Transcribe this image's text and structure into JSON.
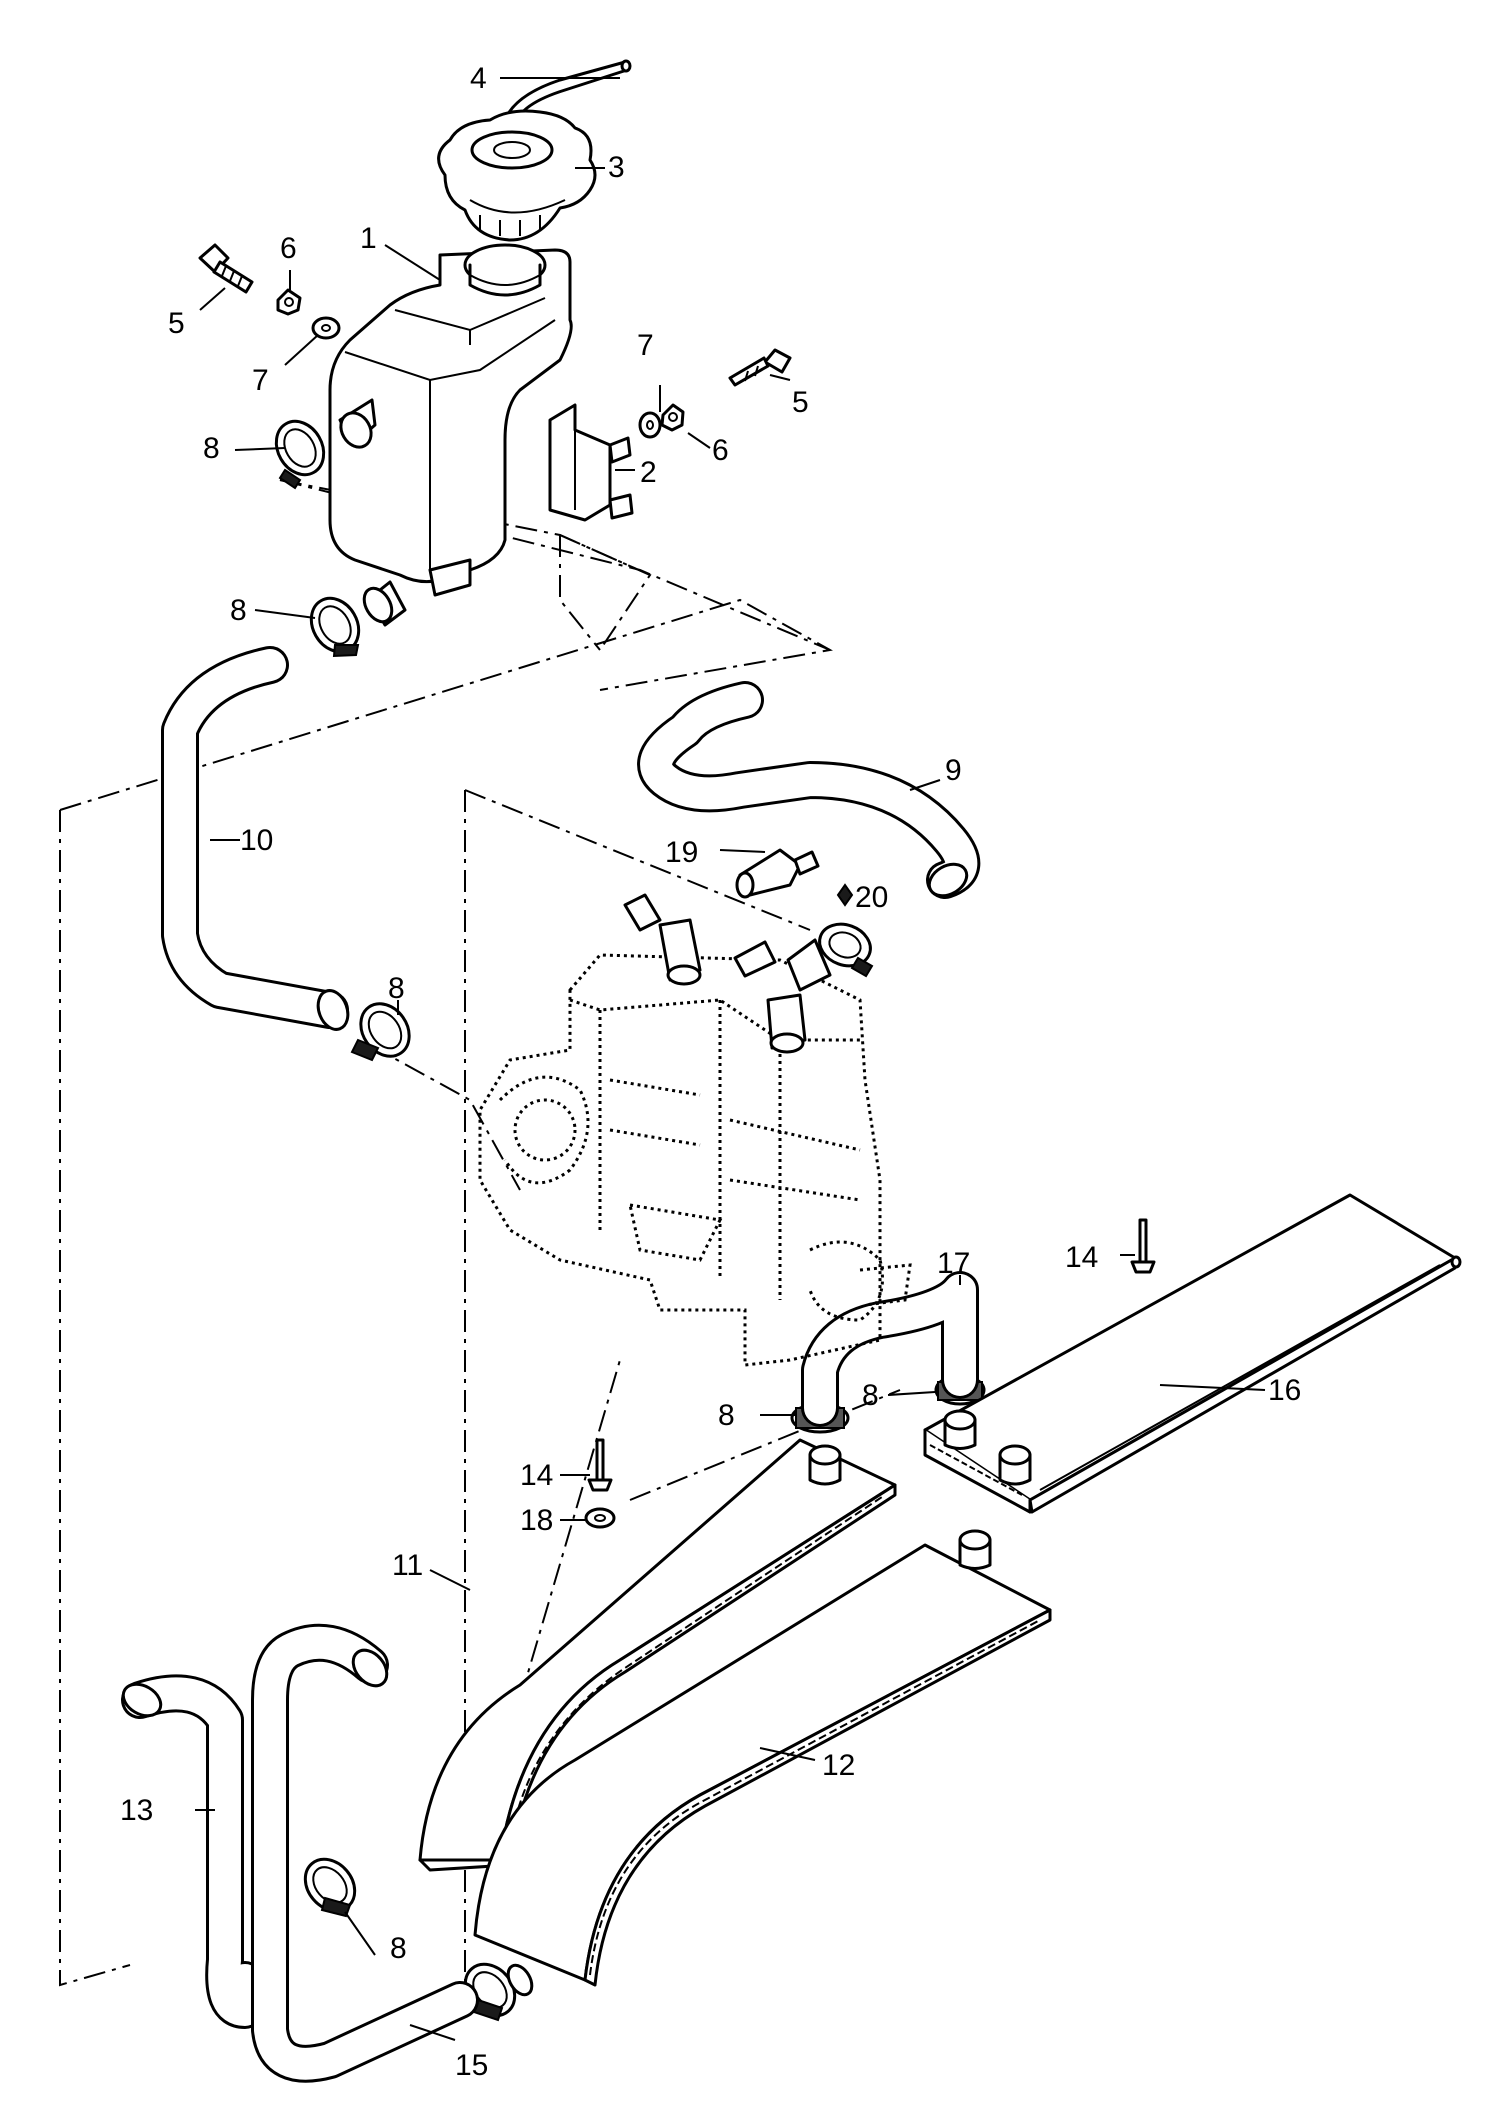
{
  "callouts": {
    "c1": "1",
    "c2": "2",
    "c3": "3",
    "c4": "4",
    "c5a": "5",
    "c5b": "5",
    "c6a": "6",
    "c6b": "6",
    "c7a": "7",
    "c7b": "7",
    "c8a": "8",
    "c8b": "8",
    "c8c": "8",
    "c8d": "8",
    "c8e": "8",
    "c8f": "8",
    "c9": "9",
    "c10": "10",
    "c11": "11",
    "c12": "12",
    "c13": "13",
    "c14a": "14",
    "c14b": "14",
    "c15": "15",
    "c16": "16",
    "c17": "17",
    "c18": "18",
    "c19": "19",
    "c20": "20"
  },
  "colors": {
    "line": "#000000",
    "background": "#ffffff"
  }
}
